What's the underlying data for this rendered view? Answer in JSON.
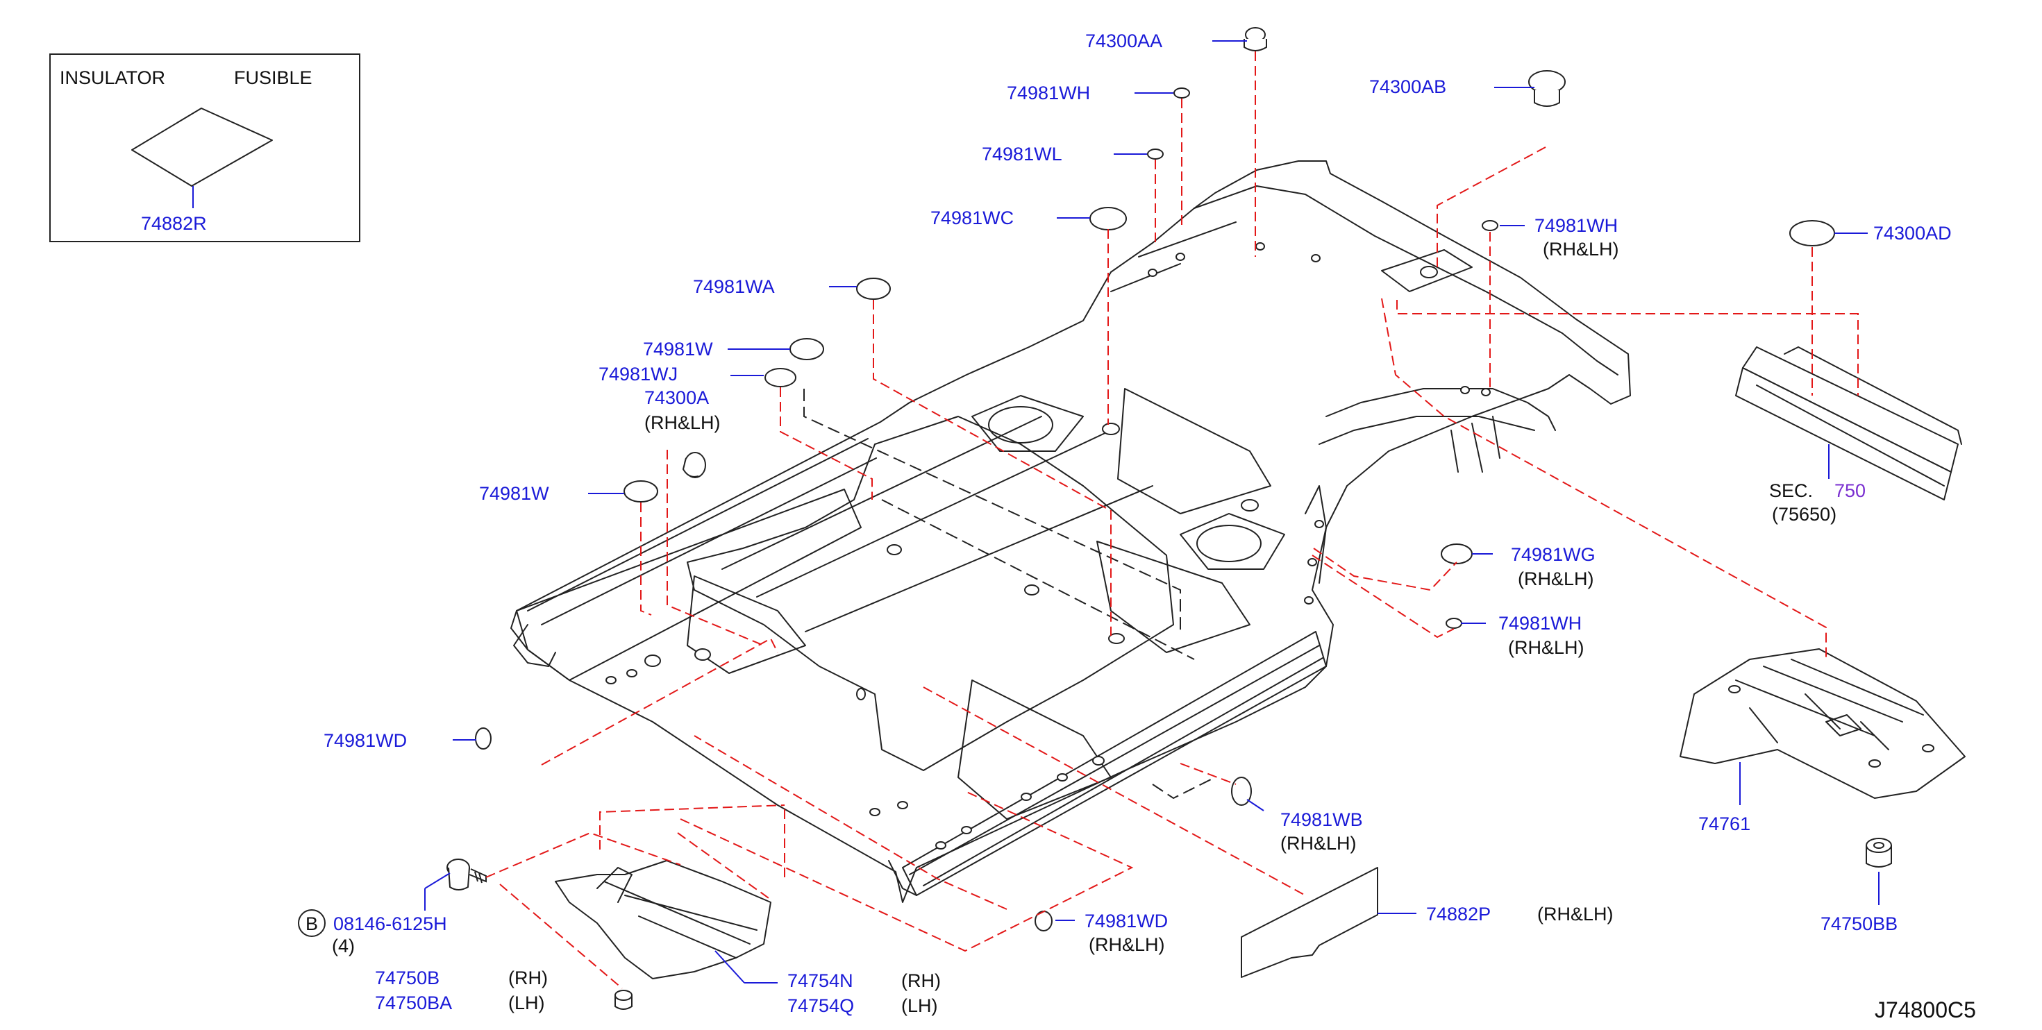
{
  "diagram_code": "J74800C5",
  "inset": {
    "insulator_label": "INSULATOR",
    "fusible_label": "FUSIBLE",
    "part": "74882R"
  },
  "callouts": {
    "c74300AA": "74300AA",
    "c74981WH_top": "74981WH",
    "c74300AB": "74300AB",
    "c74981WL": "74981WL",
    "c74981WC": "74981WC",
    "c74981WH_right": "74981WH",
    "c74981WH_right_note": "(RH&LH)",
    "c74300AD": "74300AD",
    "c74981WA": "74981WA",
    "c74981W_a": "74981W",
    "c74981WJ": "74981WJ",
    "c74300A": "74300A",
    "c74300A_note": "(RH&LH)",
    "c74981W_b": "74981W",
    "sec_label": "SEC.",
    "sec_num": "750",
    "sec_sub": "(75650)",
    "c74981WG": "74981WG",
    "c74981WG_note": "(RH&LH)",
    "c74981WH_low": "74981WH",
    "c74981WH_low_note": "(RH&LH)",
    "c74761": "74761",
    "c74981WD_left": "74981WD",
    "c74981WB": "74981WB",
    "c74981WB_note": "(RH&LH)",
    "bolt_circle": "B",
    "bolt_part": "08146-6125H",
    "bolt_qty": "(4)",
    "c74981WD_bottom": "74981WD",
    "c74981WD_bottom_note": "(RH&LH)",
    "c74882P": "74882P",
    "c74882P_note": "(RH&LH)",
    "c74750BB": "74750BB",
    "c74750B": "74750B",
    "c74750B_note": "(RH)",
    "c74750BA": "74750BA",
    "c74750BA_note": "(LH)",
    "c74754N": "74754N",
    "c74754N_note": "(RH)",
    "c74754Q": "74754Q",
    "c74754Q_note": "(LH)"
  }
}
